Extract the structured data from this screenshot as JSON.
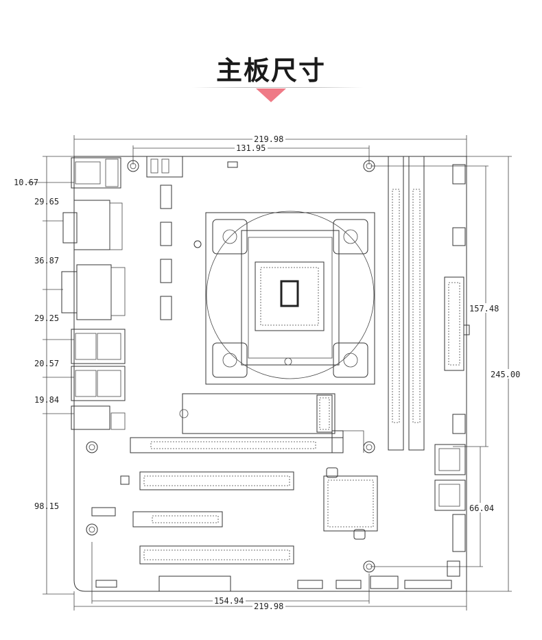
{
  "title": "主板尺寸",
  "colors": {
    "accent": "#ef7a86",
    "line": "#333333"
  },
  "dimensions": {
    "top_total": "219.98",
    "top_holes": "131.95",
    "bottom_total": "219.98",
    "bottom_holes": "154.94",
    "right_total": "245.00",
    "right_upper": "157.48",
    "right_lower": "66.04",
    "left_1": "10.67",
    "left_2": "29.65",
    "left_3": "36.87",
    "left_4": "29.25",
    "left_5": "20.57",
    "left_6": "19.84",
    "left_7": "98.15"
  }
}
